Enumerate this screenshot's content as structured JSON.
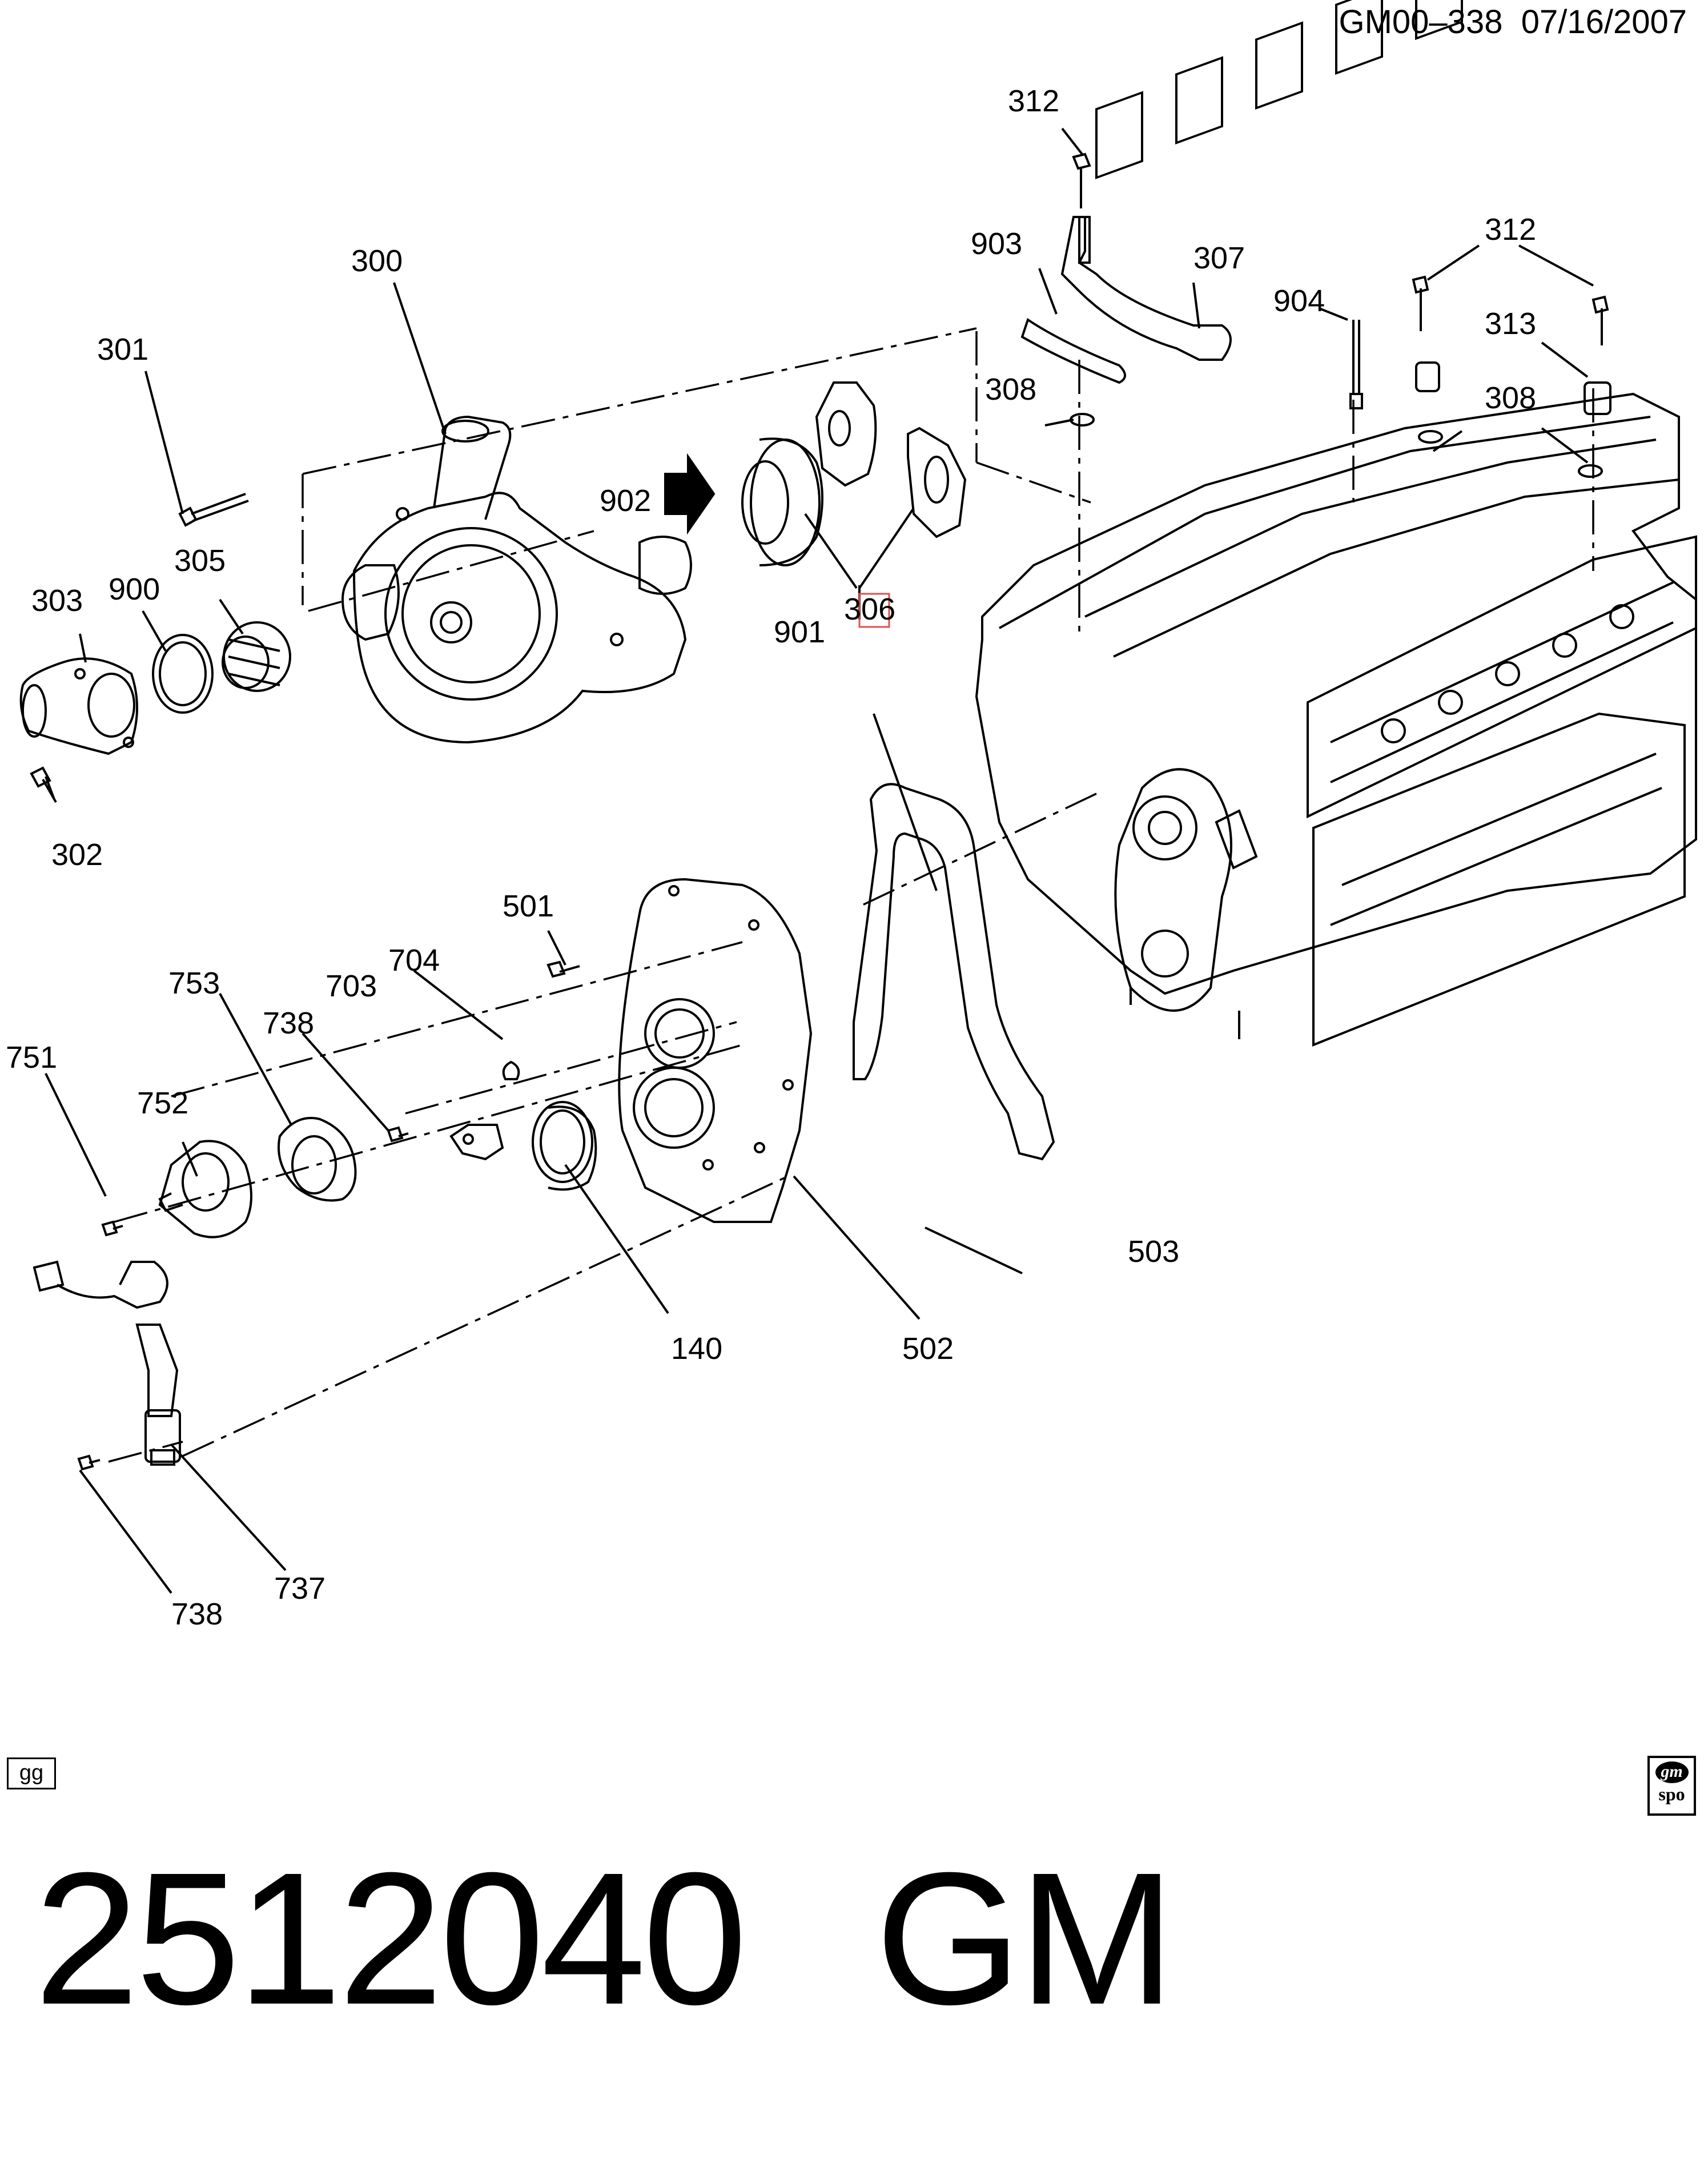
{
  "header": {
    "code": "GM00–338",
    "date": "07/16/2007"
  },
  "footer": {
    "part_number": "2512040",
    "brand": "GM"
  },
  "badges": {
    "left": "gg",
    "right_top": "gm",
    "right_bottom": "spo"
  },
  "callouts": {
    "c300": "300",
    "c301": "301",
    "c302": "302",
    "c303": "303",
    "c305": "305",
    "c306a": "30",
    "c306b": "6",
    "c307": "307",
    "c308a": "308",
    "c308b": "308",
    "c312a": "312",
    "c312b": "312",
    "c313": "313",
    "c900": "900",
    "c901": "901",
    "c902": "902",
    "c903": "903",
    "c904": "904",
    "c501": "501",
    "c502": "502",
    "c503": "503",
    "c140": "140",
    "c703": "703",
    "c704": "704",
    "c737": "737",
    "c738a": "738",
    "c738b": "738",
    "c751": "751",
    "c752": "752",
    "c753": "753"
  },
  "colors": {
    "ink": "#000000",
    "highlight": "#e05050",
    "paper": "#ffffff"
  }
}
